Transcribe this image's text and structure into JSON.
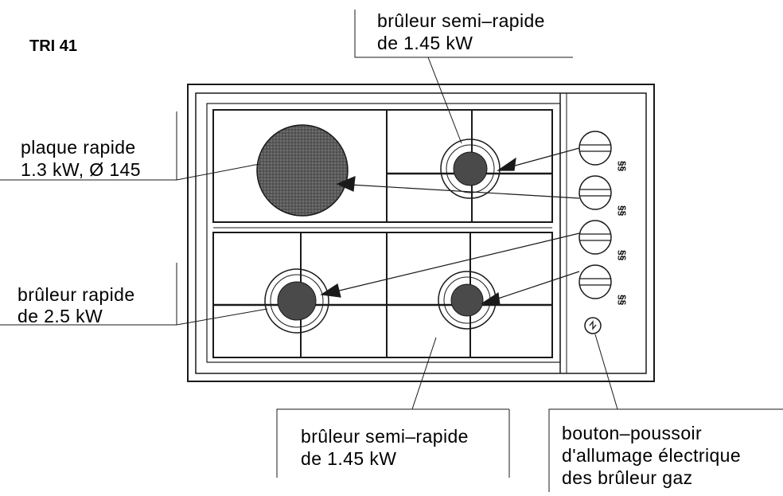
{
  "model": "TRI 41",
  "labels": {
    "top_right_burner": [
      "brûleur semi–rapide",
      "de 1.45 kW"
    ],
    "hot_plate": [
      "plaque rapide",
      "1.3 kW, Ø 145"
    ],
    "rapid_burner": [
      "brûleur rapide",
      "de 2.5 kW"
    ],
    "bottom_right_burner": [
      "brûleur semi–rapide",
      "de 1.45 kW"
    ],
    "ignition_button": [
      "bouton–poussoir",
      "d'allumage électrique",
      "des brûleur gaz"
    ]
  },
  "knob_marks": [
    "§§",
    "§§",
    "§§",
    "§§"
  ],
  "colors": {
    "ink": "#1a1a1a",
    "burner_fill": "#4a4a4a",
    "plate_fill": "#5a5a5a"
  }
}
